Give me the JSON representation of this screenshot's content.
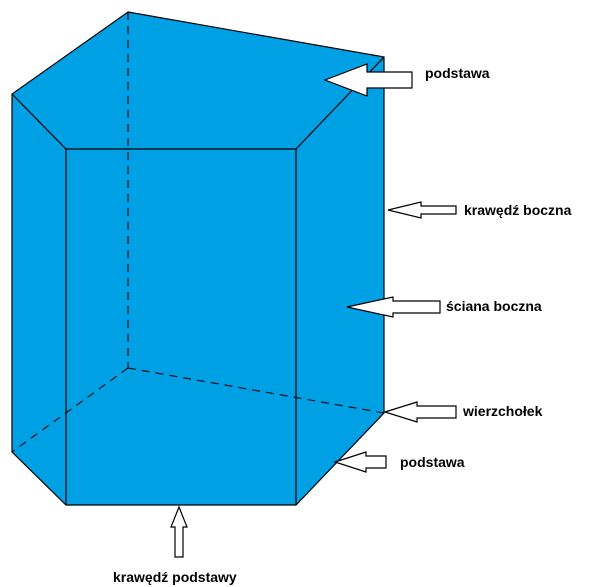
{
  "colors": {
    "face": "#00A1E4",
    "edge": "#000000",
    "arrow_fill": "#ffffff",
    "background": "#ffffff"
  },
  "labels": {
    "top_base": "podstawa",
    "lateral_edge": "krawędź boczna",
    "lateral_face": "ściana boczna",
    "vertex": "wierzchołek",
    "bottom_base": "podstawa",
    "base_edge": "krawędź podstawy"
  }
}
